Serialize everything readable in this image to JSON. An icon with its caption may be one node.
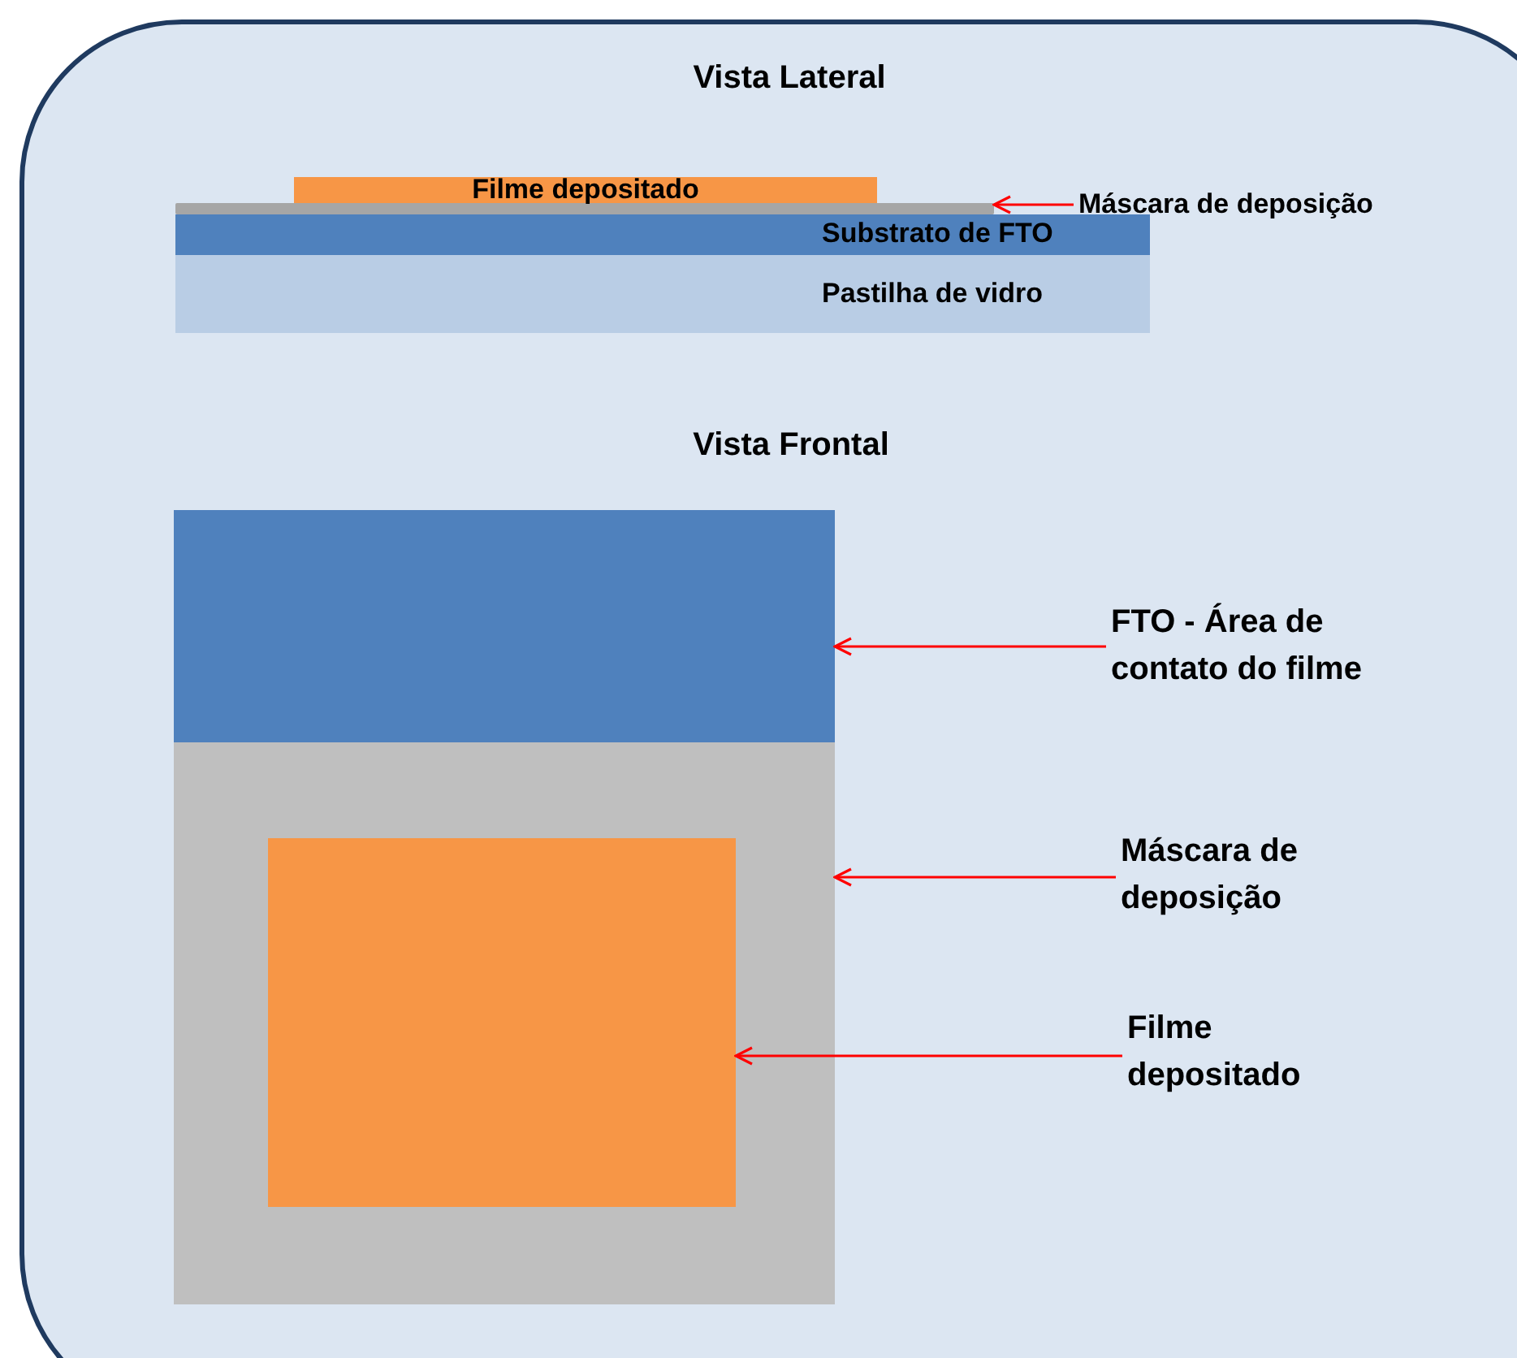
{
  "diagram": {
    "nodes": [
      {
        "text": [],
        "shape": "bar"
      },
      {
        "text": [
          "Filme depositado"
        ]
      },
      {
        "text": [
          "Substrato de FTO"
        ]
      },
      {
        "text": [
          "Pastilha de vidro"
        ]
      },
      {
        "text": [
          "Máscara de deposição"
        ]
      },
      {
        "text": [],
        "shape": "box"
      },
      {
        "text": [],
        "shape": "box"
      },
      {
        "text": [],
        "shape": "box",
        "in": 6
      },
      {
        "text": [
          "FTO - Área de contato do filme"
        ]
      },
      {
        "text": [
          "Máscara de deposição"
        ]
      },
      {
        "text": [
          "Filme depositado"
        ]
      }
    ],
    "edges": [
      {
        "from": 4,
        "to": 0,
        "arrow": "to"
      },
      {
        "from": 8,
        "to": 5,
        "arrow": "to"
      },
      {
        "from": 9,
        "to": 6,
        "arrow": "to"
      },
      {
        "from": 10,
        "to": 7,
        "arrow": "to"
      }
    ],
    "labels": [
      "Vista Lateral",
      "Vista Frontal"
    ]
  }
}
